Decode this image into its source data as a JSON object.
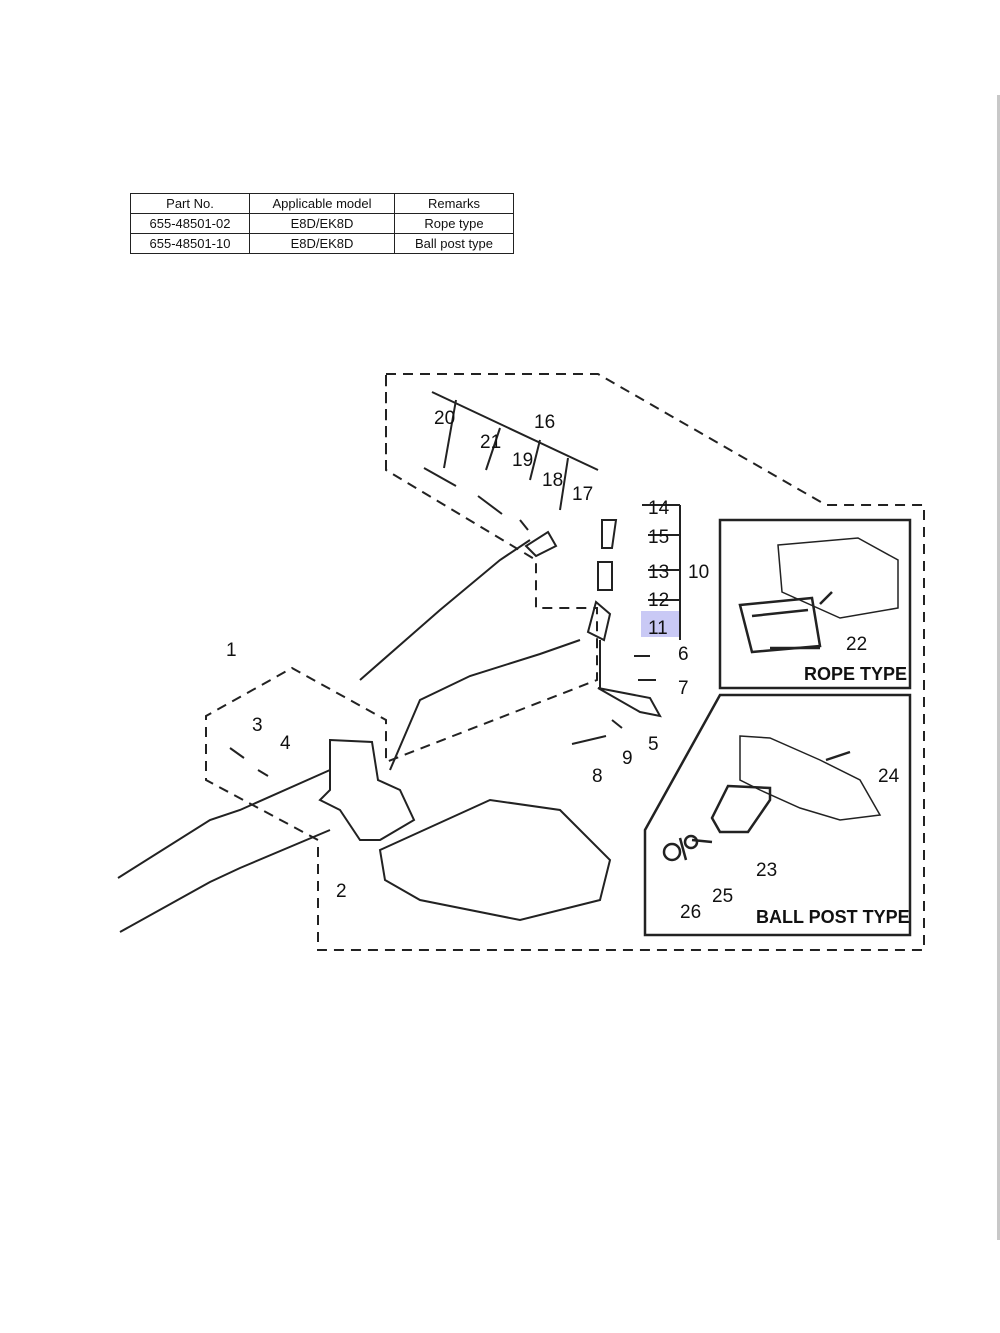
{
  "table": {
    "headers": [
      "Part No.",
      "Applicable model",
      "Remarks"
    ],
    "rows": [
      [
        "655-48501-02",
        "E8D/EK8D",
        "Rope type"
      ],
      [
        "655-48501-10",
        "E8D/EK8D",
        "Ball post type"
      ]
    ]
  },
  "callouts": [
    "1",
    "2",
    "3",
    "4",
    "5",
    "6",
    "7",
    "8",
    "9",
    "10",
    "11",
    "12",
    "13",
    "14",
    "15",
    "16",
    "17",
    "18",
    "19",
    "20",
    "21",
    "22",
    "23",
    "24",
    "25",
    "26"
  ],
  "highlighted_callout": "11",
  "highlight_color": "#c9c9f5",
  "insets": {
    "rope_label": "ROPE TYPE",
    "ball_label": "BALL POST TYPE"
  }
}
